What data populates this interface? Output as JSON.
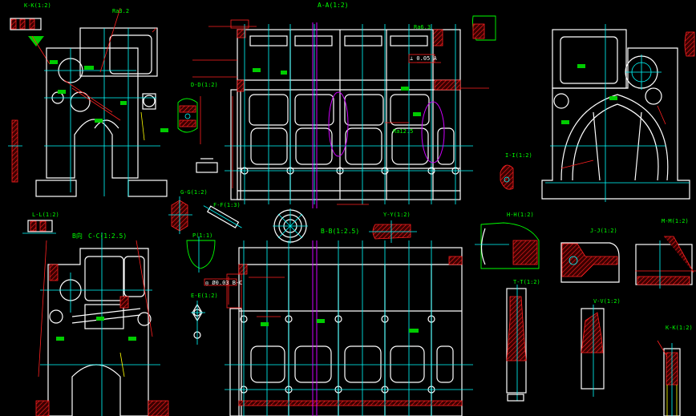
{
  "drawing": {
    "background": "#000000",
    "colors": {
      "outline": "#ffffff",
      "centerline": "#00ffff",
      "dimension": "#ff2020",
      "text": "#00ff00",
      "section_hatch": "#ff2020",
      "construction": "#d000ff",
      "highlight": "#ffff00"
    },
    "views": [
      {
        "id": "end-view-left",
        "label": ""
      },
      {
        "id": "section-a-a",
        "label": "A-A(1:2)"
      },
      {
        "id": "end-view-right",
        "label": ""
      },
      {
        "id": "section-b-b",
        "label": "B-B(1:2.5)"
      },
      {
        "id": "section-c-c",
        "label": "C-C(1:2.5)"
      },
      {
        "id": "section-i-i",
        "label": "I-I(1:2)"
      }
    ],
    "labels": {
      "top_left_detail": "K-K(1:2)",
      "left_small": "L-L(1:2)",
      "b_detail": "B向",
      "c_c_left": "B向",
      "c_c_title": "C-C(1:2.5)",
      "a_a_title": "A-A(1:2)",
      "b_b_title": "B-B(1:2.5)",
      "ff_detail": "F-F(1:3)",
      "pp_detail": "P(1:1)",
      "ee_detail": "E-E(1:2)",
      "ii_detail": "I-I(1:2)",
      "hh_detail": "H-H(1:2)",
      "jj_detail": "J-J(1:2)",
      "gg_detail": "G-G(1:2)",
      "kk_detail": "K-K(1:2)",
      "mm_detail": "M-M(1:2)",
      "vv_detail": "V-V(1:2)",
      "yy_detail": "Y-Y(1:2)",
      "tt_detail": "T-T(1:2)",
      "dd_detail": "D-D(1:2)",
      "dim_1": "Ra3.2",
      "dim_2": "Ra6.3",
      "dim_3": "Ra12.5",
      "tol_1": "⊥ 0.05 A",
      "tol_2": "◎ Ø0.03 B-C"
    }
  }
}
